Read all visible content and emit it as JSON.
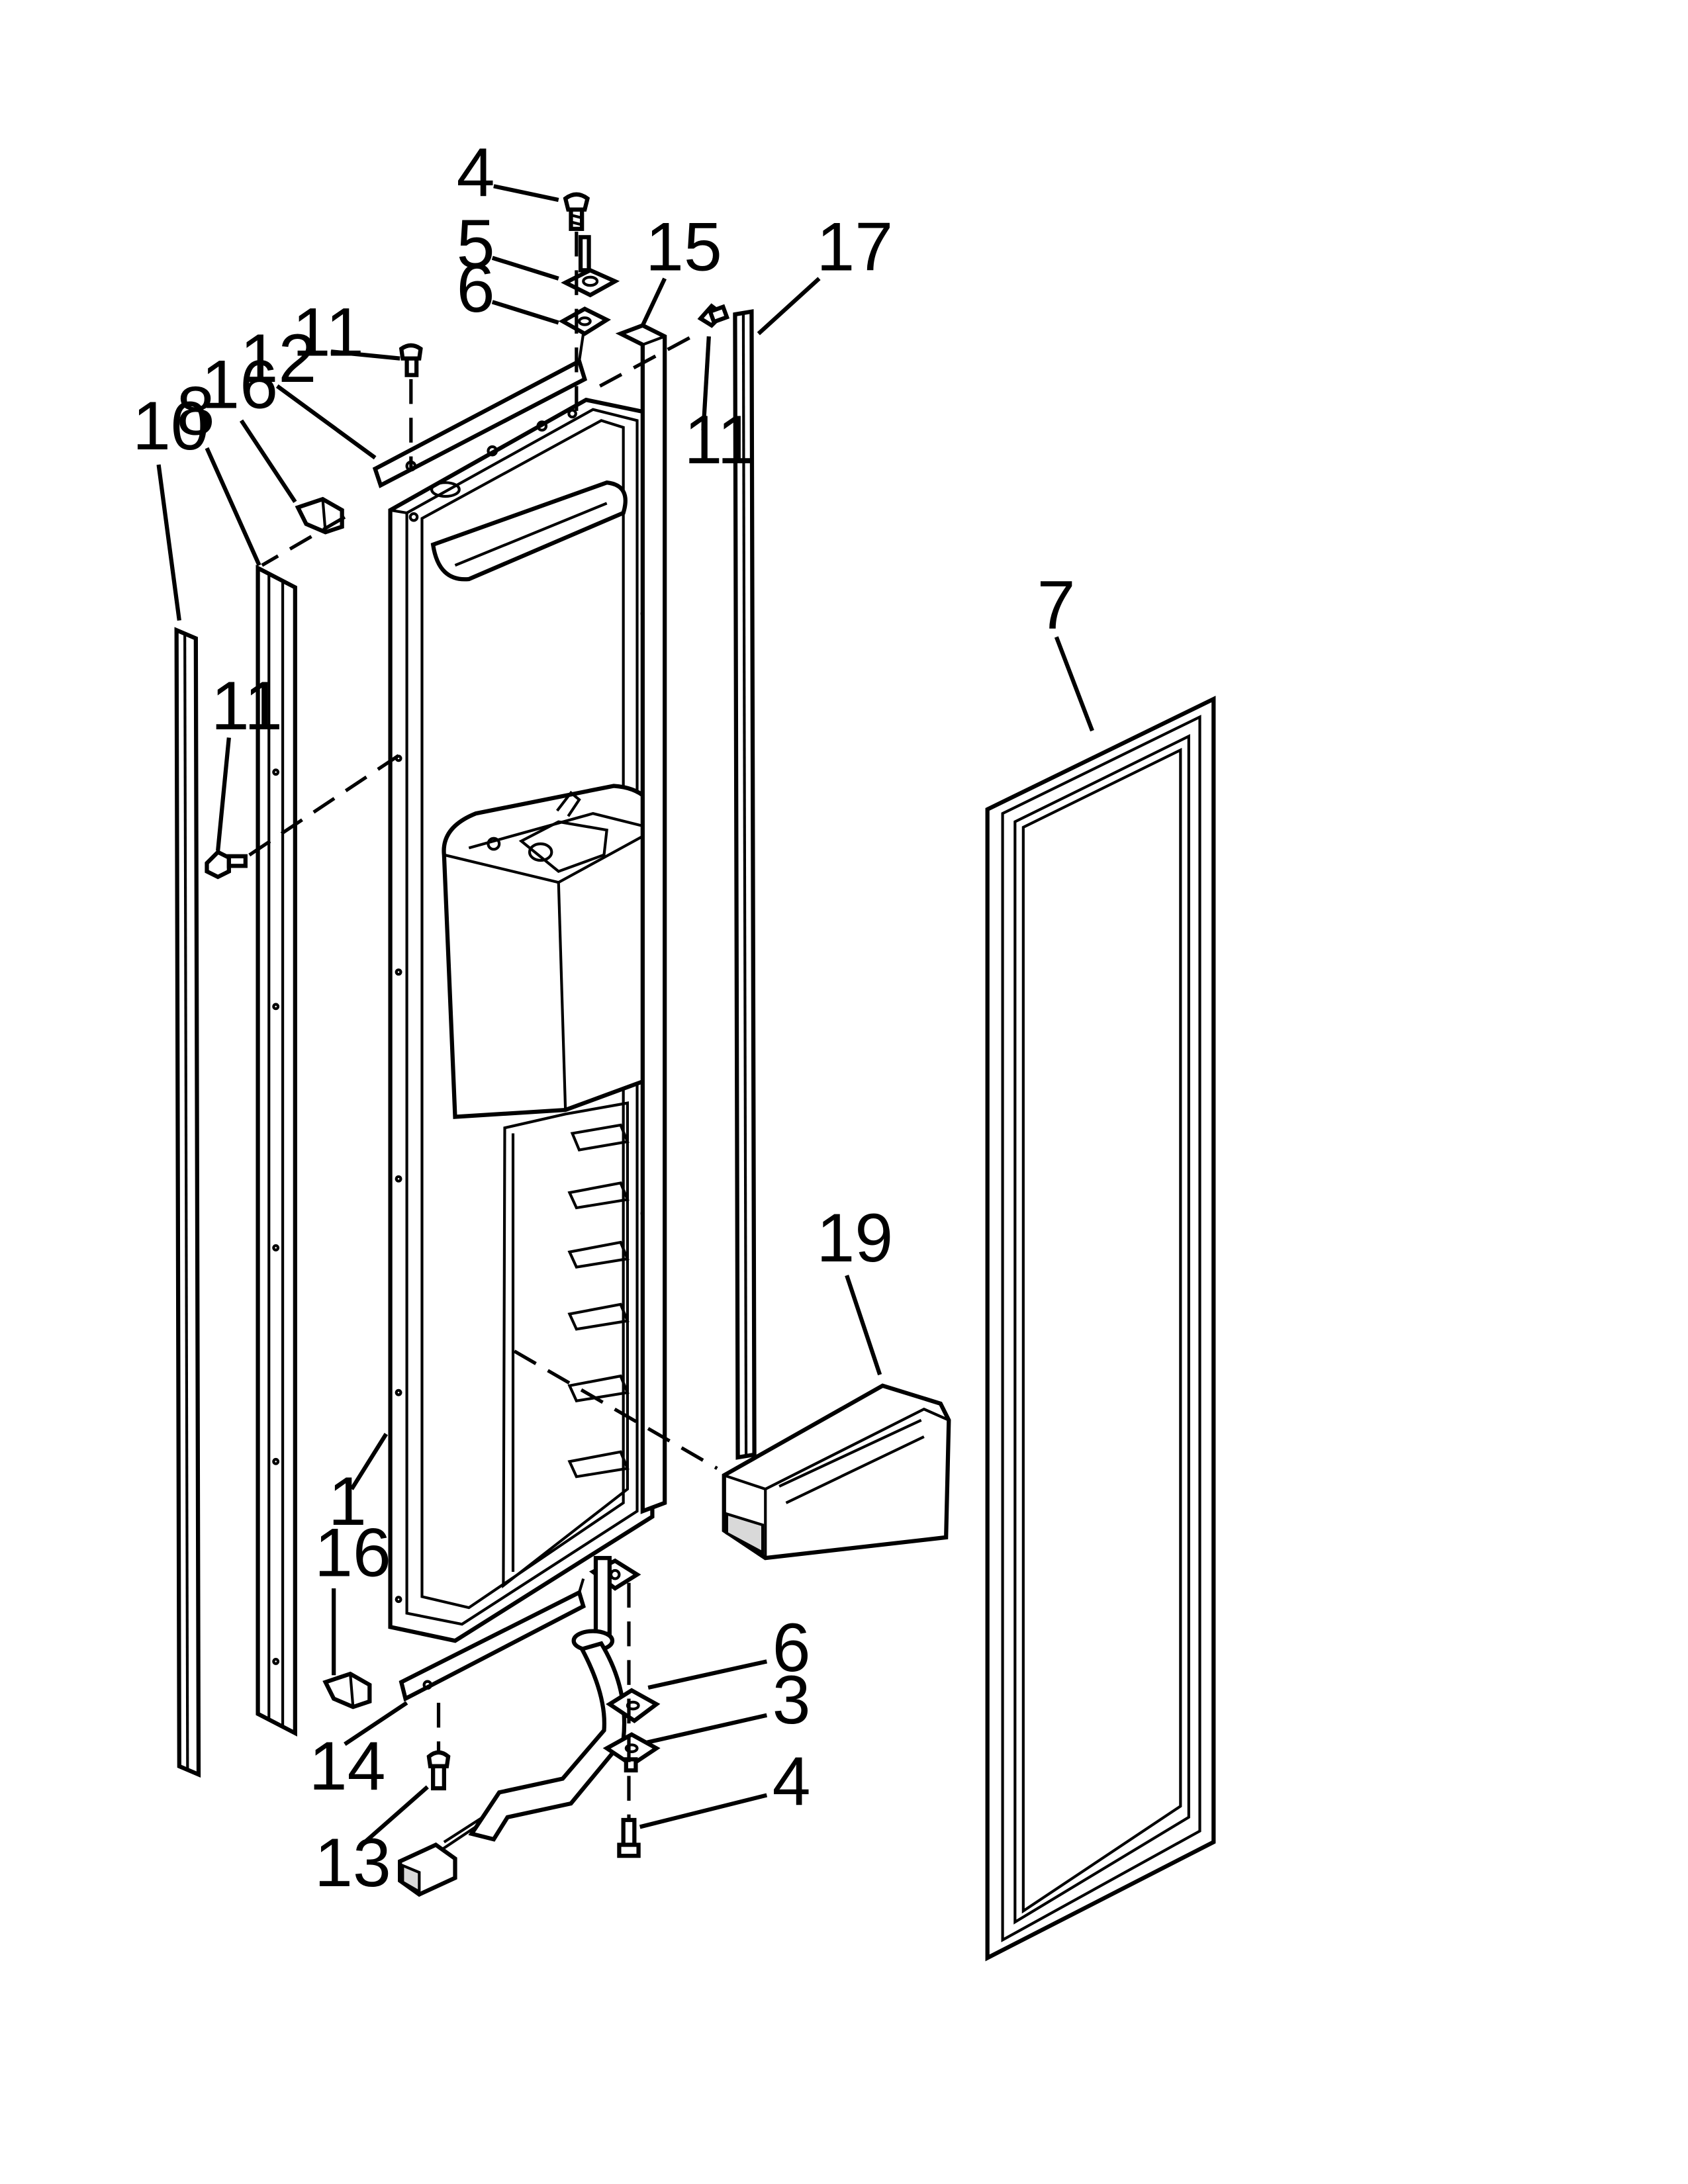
{
  "diagram": {
    "ink_color": "#000000",
    "background_color": "#ffffff",
    "callouts": [
      {
        "id": "c4-top",
        "label": "4"
      },
      {
        "id": "c5",
        "label": "5"
      },
      {
        "id": "c6-top",
        "label": "6"
      },
      {
        "id": "c15",
        "label": "15"
      },
      {
        "id": "c17",
        "label": "17"
      },
      {
        "id": "c11-top-left",
        "label": "11"
      },
      {
        "id": "c12",
        "label": "12"
      },
      {
        "id": "c16-top",
        "label": "16"
      },
      {
        "id": "c8",
        "label": "8"
      },
      {
        "id": "c10",
        "label": "10"
      },
      {
        "id": "c11-top-right",
        "label": "11"
      },
      {
        "id": "c7",
        "label": "7"
      },
      {
        "id": "c11-mid-left",
        "label": "11"
      },
      {
        "id": "c19",
        "label": "19"
      },
      {
        "id": "c1",
        "label": "1"
      },
      {
        "id": "c16-bottom",
        "label": "16"
      },
      {
        "id": "c6-bottom",
        "label": "6"
      },
      {
        "id": "c3",
        "label": "3"
      },
      {
        "id": "c14",
        "label": "14"
      },
      {
        "id": "c4-bottom",
        "label": "4"
      },
      {
        "id": "c13",
        "label": "13"
      }
    ]
  }
}
